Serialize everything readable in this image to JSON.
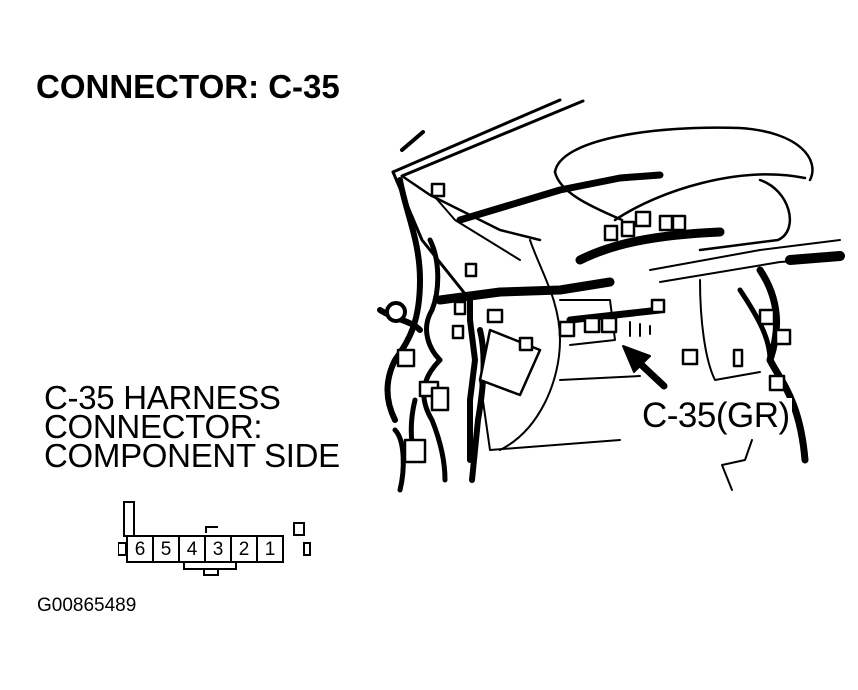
{
  "title": "CONNECTOR: C-35",
  "harness_label": {
    "lines": [
      "C-35 HARNESS",
      "CONNECTOR:",
      "COMPONENT SIDE"
    ]
  },
  "callout": {
    "label": "C-35(GR)"
  },
  "connector_face": {
    "pins": [
      "6",
      "5",
      "4",
      "3",
      "2",
      "1"
    ]
  },
  "figure_id": "G00865489",
  "colors": {
    "ink": "#000000",
    "paper": "#ffffff"
  }
}
